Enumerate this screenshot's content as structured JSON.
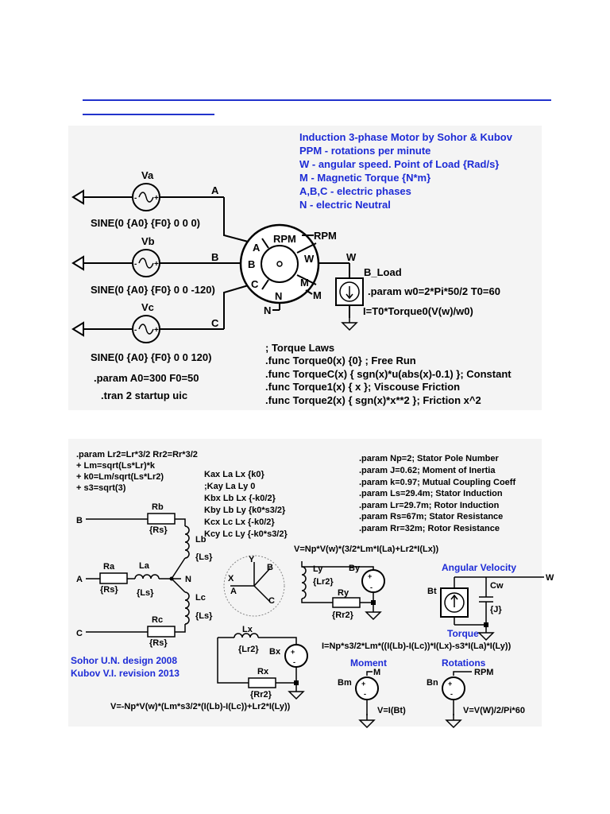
{
  "header_links": [
    "",
    ""
  ],
  "top": {
    "title_lines": [
      "Induction 3-phase Motor by Sohor & Kubov",
      "PPM - rotations per minute",
      "W - angular speed. Point of Load {Rad/s}",
      "M - Magnetic Torque {N*m}",
      "A,B,C - electric phases",
      "N - electric Neutral"
    ],
    "sources": [
      {
        "name": "Va",
        "phase": "A",
        "spec": "SINE(0 {A0} {F0} 0 0 0)"
      },
      {
        "name": "Vb",
        "phase": "B",
        "spec": "SINE(0 {A0} {F0} 0 0 -120)"
      },
      {
        "name": "Vc",
        "phase": "C",
        "spec": "SINE(0 {A0} {F0} 0 0 120)"
      }
    ],
    "motor": {
      "A": "A",
      "B": "B",
      "C": "C",
      "RPM": "RPM",
      "W": "W",
      "M": "M",
      "N": "N"
    },
    "outer_labels": {
      "RPM": "RPM",
      "W": "W",
      "M": "M",
      "N": "N"
    },
    "load": {
      "name": "B_Load",
      "param": ".param w0=2*Pi*50/2 T0=60",
      "expr": "I=T0*Torque0(V(w)/w0)"
    },
    "params": [
      ".param A0=300 F0=50",
      ".tran 2 startup uic"
    ],
    "torque_laws": [
      "; Torque Laws",
      ".func Torque0(x) {0} ; Free Run",
      ".func TorqueC(x) { sgn(x)*u(abs(x)-0.1) }; Constant",
      ".func Torque1(x) { x }; Viscouse Friction",
      ".func Torque2(x) { sgn(x)*x**2 }; Friction x^2"
    ]
  },
  "bottom": {
    "left_params": [
      ".param Lr2=Lr*3/2 Rr2=Rr*3/2",
      "+ Lm=sqrt(Ls*Lr)*k",
      "+ k0=Lm/sqrt(Ls*Lr2)",
      "+ s3=sqrt(3)"
    ],
    "coupling": [
      "Kax La Lx {k0}",
      ";Kay La Ly 0",
      "Kbx Lb Lx {-k0/2}",
      "Kby Lb Ly {k0*s3/2}",
      "Kcx Lc Lx {-k0/2}",
      "Kcy Lc Ly {-k0*s3/2}"
    ],
    "right_params": [
      ".param Np=2; Stator Pole Number",
      ".param J=0.62; Moment of Inertia",
      ".param k=0.97; Mutual Coupling Coeff",
      ".param Ls=29.4m; Stator Induction",
      ".param Lr=29.7m; Rotor Induction",
      ".param Rs=67m; Stator Resistance",
      ".param Rr=32m; Rotor Resistance"
    ],
    "stator": {
      "nodes": {
        "A": "A",
        "B": "B",
        "C": "C",
        "N": "N"
      },
      "Ra": "Ra",
      "Rb": "Rb",
      "Rc": "Rc",
      "La": "La",
      "Lb": "Lb",
      "Lc": "Lc",
      "Rs": "{Rs}",
      "Ls": "{Ls}"
    },
    "axes": {
      "X": "X",
      "Y": "Y",
      "A": "A",
      "B": "B",
      "C": "C"
    },
    "rotor_y": {
      "Ly": "Ly",
      "Lr2": "{Lr2}",
      "Ry": "Ry",
      "Rr2": "{Rr2}",
      "By": "By",
      "expr": "V=Np*V(w)*(3/2*Lm*I(La)+Lr2*I(Lx))"
    },
    "rotor_x": {
      "Lx": "Lx",
      "Lr2": "{Lr2}",
      "Rx": "Rx",
      "Rr2": "{Rr2}",
      "Bx": "Bx",
      "expr": "V=-Np*V(w)*(Lm*s3/2*(I(Lb)-I(Lc))+Lr2*I(Ly))"
    },
    "angular": {
      "title": "Angular Velocity",
      "Bt": "Bt",
      "Cw": "Cw",
      "J": "{J}",
      "W": "W",
      "torque_title": "Torque",
      "torque_expr": "I=Np*s3/2*Lm*((I(Lb)-I(Lc))*I(Lx)-s3*I(La)*I(Ly))"
    },
    "moment": {
      "title": "Moment",
      "Bm": "Bm",
      "M": "M",
      "expr": "V=I(Bt)"
    },
    "rotations": {
      "title": "Rotations",
      "Bn": "Bn",
      "RPM": "RPM",
      "expr": "V=V(W)/2/Pi*60"
    },
    "credits": [
      "Sohor U.N. design 2008",
      "Kubov V.I. revision 2013"
    ]
  },
  "colors": {
    "wire": "#000000",
    "label_blue": "#1d2bd6",
    "header_line": "#2233cc",
    "panel": "#f4f4f4"
  }
}
